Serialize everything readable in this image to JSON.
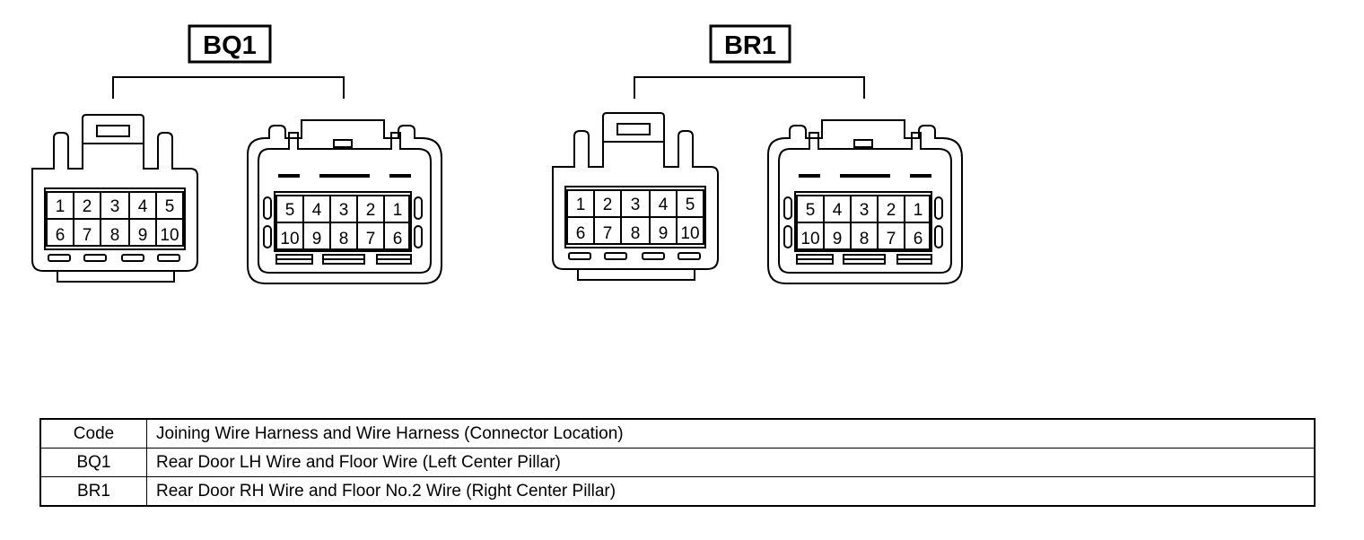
{
  "connectors": [
    {
      "code": "BQ1",
      "male": {
        "top": [
          "1",
          "2",
          "3",
          "4",
          "5"
        ],
        "bottom": [
          "6",
          "7",
          "8",
          "9",
          "10"
        ]
      },
      "female": {
        "top": [
          "5",
          "4",
          "3",
          "2",
          "1"
        ],
        "bottom": [
          "10",
          "9",
          "8",
          "7",
          "6"
        ]
      }
    },
    {
      "code": "BR1",
      "male": {
        "top": [
          "1",
          "2",
          "3",
          "4",
          "5"
        ],
        "bottom": [
          "6",
          "7",
          "8",
          "9",
          "10"
        ]
      },
      "female": {
        "top": [
          "5",
          "4",
          "3",
          "2",
          "1"
        ],
        "bottom": [
          "10",
          "9",
          "8",
          "7",
          "6"
        ]
      }
    }
  ],
  "table": {
    "header": {
      "code": "Code",
      "desc": "Joining Wire Harness and Wire Harness (Connector Location)"
    },
    "rows": [
      {
        "code": "BQ1",
        "desc": "Rear Door LH Wire and Floor Wire (Left Center Pillar)"
      },
      {
        "code": "BR1",
        "desc": "Rear Door RH Wire and Floor No.2 Wire (Right Center Pillar)"
      }
    ]
  }
}
